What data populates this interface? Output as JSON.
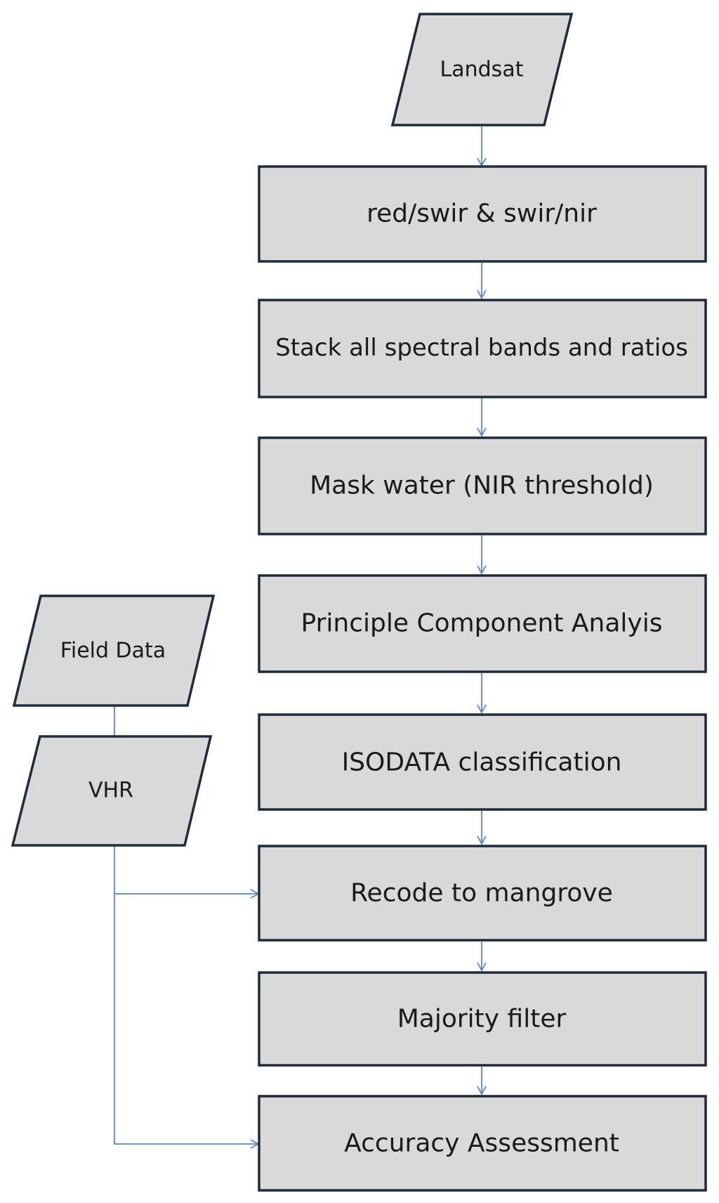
{
  "inputs": {
    "landsat": "Landsat",
    "field_data": "Field Data",
    "vhr": "VHR"
  },
  "steps": [
    "red/swir & swir/nir",
    "Stack all spectral bands and ratios",
    "Mask water (NIR threshold)",
    "Principle Component Analyis",
    "ISODATA classification",
    "Recode to mangrove",
    "Majority filter",
    "Accuracy Assessment"
  ],
  "colors": {
    "box_fill": "#d9d9d9",
    "box_border": "#1f2a3a",
    "connector": "#5b87c5"
  }
}
